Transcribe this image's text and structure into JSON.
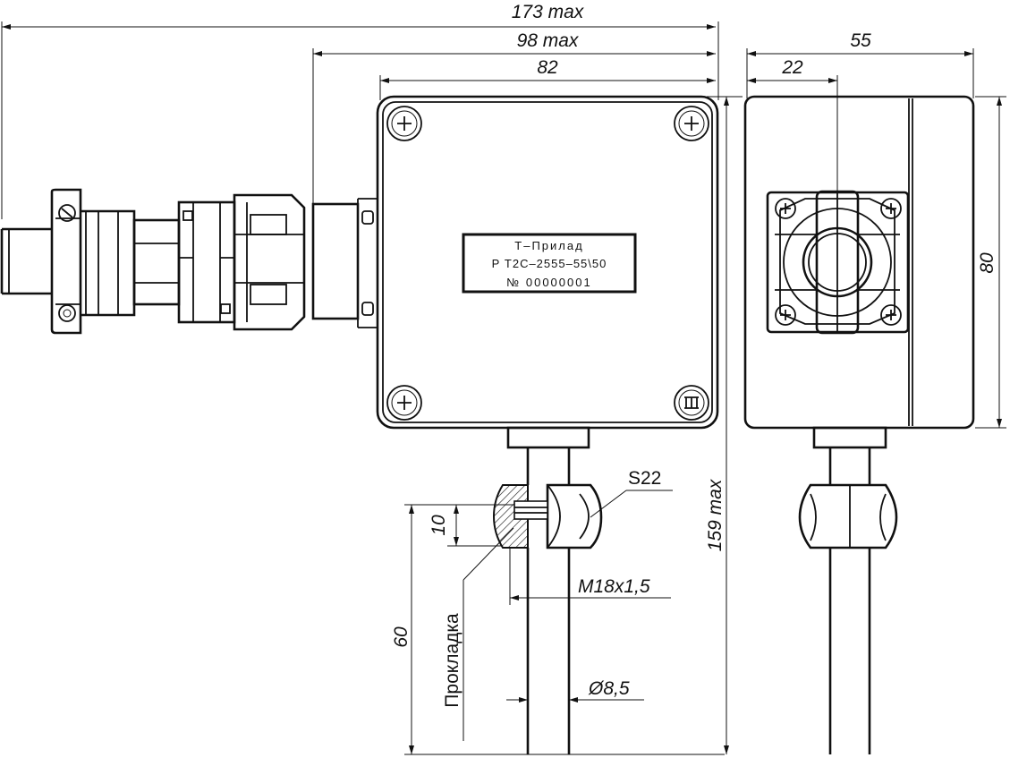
{
  "dimensions": {
    "overall_width": "173 max",
    "body_with_gland": "98 max",
    "body_width": "82",
    "side_depth": "55",
    "side_offset": "22",
    "side_height": "80",
    "overall_height": "159 max",
    "nut_height": "10",
    "immersion_length": "60",
    "wrench_size": "S22",
    "thread": "M18x1,5",
    "probe_diameter": "Ø8,5"
  },
  "labels": {
    "gasket": "Прокладка"
  },
  "nameplate": {
    "line1": "Т–Прилад",
    "line2": "Р Т2С–2555–55\\50",
    "line3": "№  00000001"
  }
}
